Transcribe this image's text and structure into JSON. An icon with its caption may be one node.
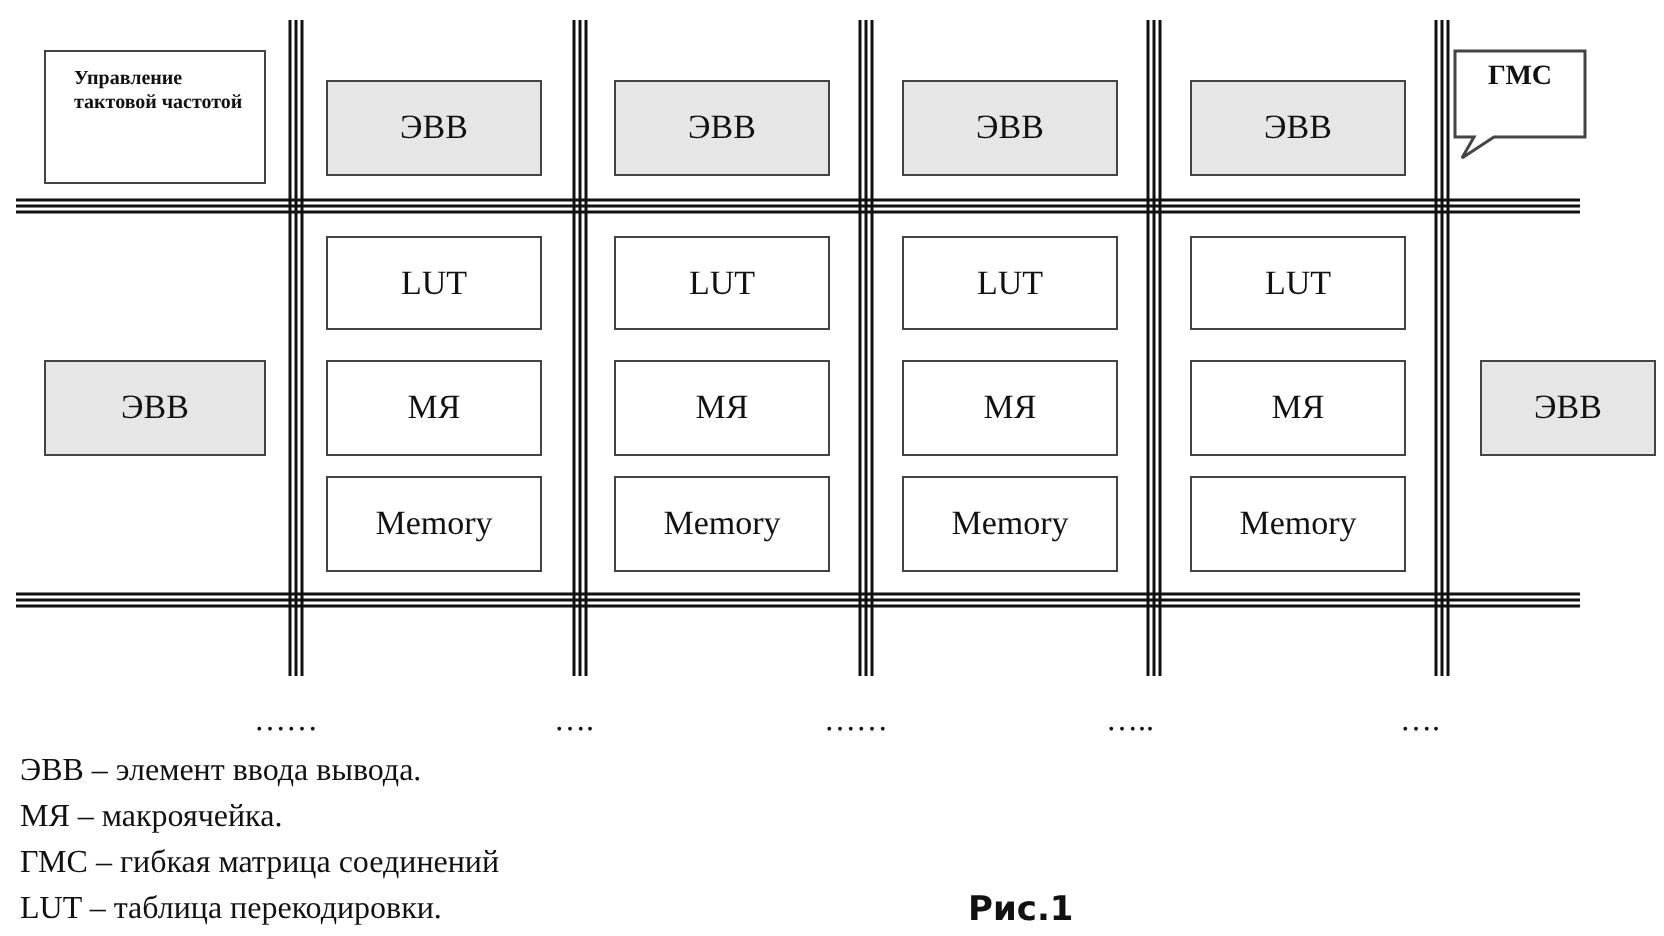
{
  "diagram": {
    "caption": "Рис.1",
    "nodes": [
      {
        "text": [
          "Управление тактовой частотой"
        ]
      },
      {
        "text": [
          "ЭВВ"
        ]
      },
      {
        "text": [
          "ЭВВ"
        ]
      },
      {
        "text": [
          "ЭВВ"
        ]
      },
      {
        "text": [
          "ЭВВ"
        ]
      },
      {
        "text": [
          "ГМС"
        ]
      },
      {
        "text": [
          "LUT"
        ]
      },
      {
        "text": [
          "LUT"
        ]
      },
      {
        "text": [
          "LUT"
        ]
      },
      {
        "text": [
          "LUT"
        ]
      },
      {
        "text": [
          "ЭВВ"
        ]
      },
      {
        "text": [
          "МЯ"
        ]
      },
      {
        "text": [
          "МЯ"
        ]
      },
      {
        "text": [
          "МЯ"
        ]
      },
      {
        "text": [
          "МЯ"
        ]
      },
      {
        "text": [
          "ЭВВ"
        ]
      },
      {
        "text": [
          "Memory"
        ]
      },
      {
        "text": [
          "Memory"
        ]
      },
      {
        "text": [
          "Memory"
        ]
      },
      {
        "text": [
          "Memory"
        ]
      }
    ],
    "labels": [
      "……",
      "….",
      "……",
      "…..",
      "….",
      "ЭВВ – элемент ввода вывода.",
      "МЯ – макроячейка.",
      "ГМС – гибкая матрица соединений",
      "LUT – таблица перекодировки."
    ]
  }
}
